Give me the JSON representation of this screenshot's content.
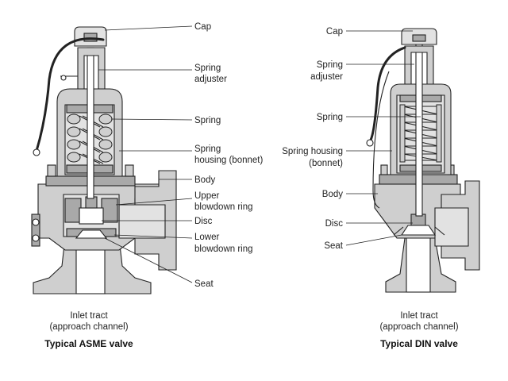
{
  "asme": {
    "caption": "Typical ASME valve",
    "labels": {
      "cap": "Cap",
      "spring_adjuster_1": "Spring",
      "spring_adjuster_2": "adjuster",
      "spring": "Spring",
      "housing_1": "Spring",
      "housing_2": "housing (bonnet)",
      "body": "Body",
      "upper_ring_1": "Upper",
      "upper_ring_2": "blowdown ring",
      "disc": "Disc",
      "lower_ring_1": "Lower",
      "lower_ring_2": "blowdown ring",
      "seat": "Seat",
      "inlet_1": "Inlet tract",
      "inlet_2": "(approach channel)"
    }
  },
  "din": {
    "caption": "Typical DIN valve",
    "labels": {
      "cap": "Cap",
      "spring_adjuster_1": "Spring",
      "spring_adjuster_2": "adjuster",
      "spring": "Spring",
      "housing_1": "Spring housing",
      "housing_2": "(bonnet)",
      "body": "Body",
      "disc": "Disc",
      "seat": "Seat",
      "inlet_1": "Inlet tract",
      "inlet_2": "(approach channel)"
    }
  }
}
